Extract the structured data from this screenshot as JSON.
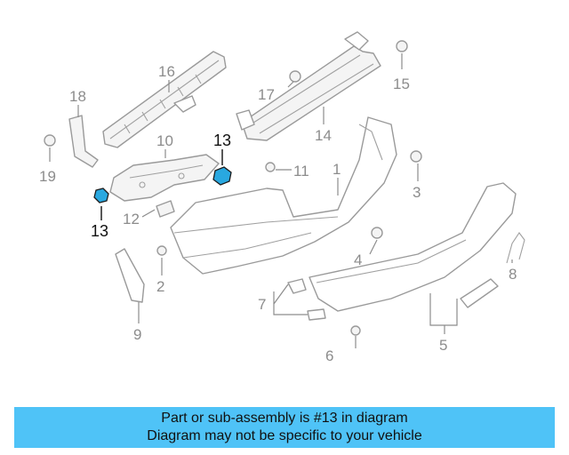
{
  "diagram": {
    "callouts": {
      "c1": "1",
      "c2": "2",
      "c3": "3",
      "c4": "4",
      "c5": "5",
      "c6": "6",
      "c7": "7",
      "c8": "8",
      "c9": "9",
      "c10": "10",
      "c11": "11",
      "c12": "12",
      "c13a": "13",
      "c13b": "13",
      "c14": "14",
      "c15": "15",
      "c16": "16",
      "c17": "17",
      "c18": "18",
      "c19": "19"
    },
    "highlight_color": "#29a8e0"
  },
  "banner": {
    "line1": "Part or sub-assembly is #13 in diagram",
    "line2": "Diagram may not be specific to your vehicle",
    "background": "#4fc3f7"
  }
}
